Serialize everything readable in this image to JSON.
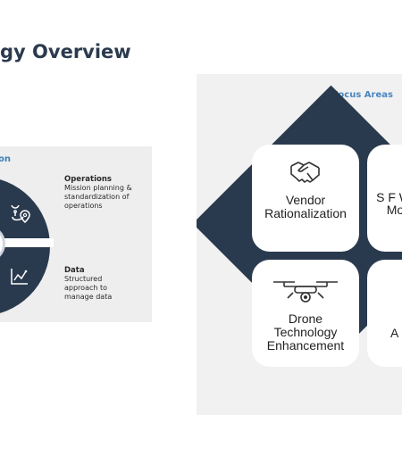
{
  "page": {
    "title": "gy Overview"
  },
  "left_panel": {
    "heading": "on",
    "items": [
      {
        "icon": "location-pin-icon",
        "title": "Operations",
        "description": "Mission planning & standardization of operations"
      },
      {
        "icon": "line-chart-icon",
        "title": "Data",
        "description": "Structured approach to manage data"
      }
    ]
  },
  "focus_panel": {
    "heading": "Focus Areas",
    "tiles": [
      {
        "icon": "handshake-icon",
        "label": "Vendor Rationalization"
      },
      {
        "icon": "",
        "label": "S F W Mod"
      },
      {
        "icon": "drone-icon",
        "label": "Drone Technology Enhancement"
      },
      {
        "icon": "",
        "label": "A F"
      }
    ]
  },
  "colors": {
    "navy": "#2a3a4e",
    "accent_blue": "#4a86c0",
    "panel_gray": "#f1f1f1"
  }
}
